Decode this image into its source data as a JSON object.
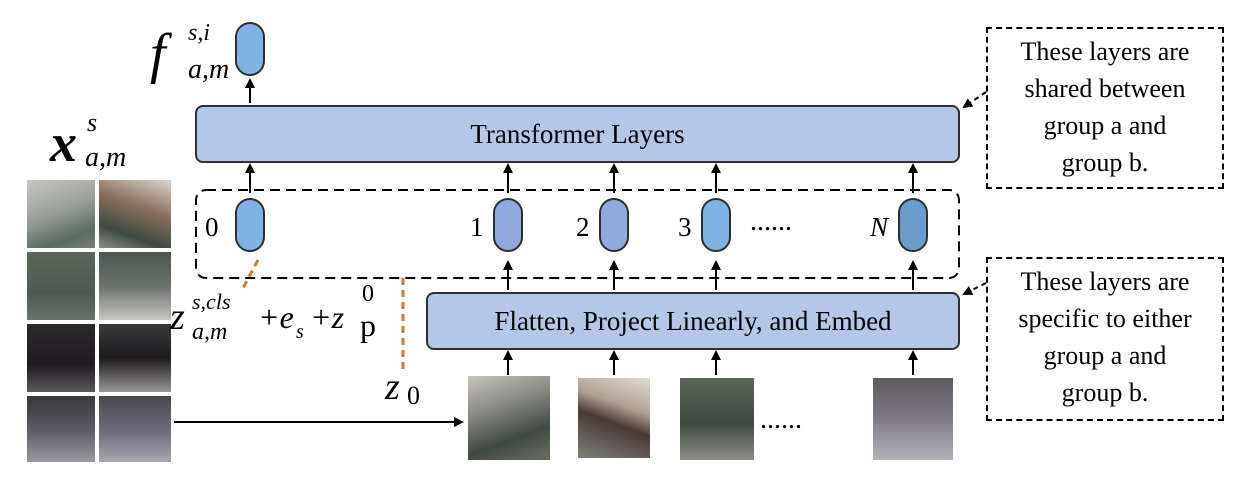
{
  "transformer_label": "Transformer Layers",
  "embed_label": "Flatten, Project Linearly, and Embed",
  "token_labels": [
    "0",
    "1",
    "2",
    "3",
    "N"
  ],
  "ellipsis": "......",
  "output_symbol": {
    "base": "f",
    "sup": "s,i",
    "sub": "a,m"
  },
  "input_symbol": {
    "base": "x",
    "sup": "s",
    "sub": "a,m"
  },
  "cls_formula": {
    "z": "z",
    "sup": "s,cls",
    "sub": "a,m",
    "plus_e": "+e",
    "e_sub": "s",
    "plus_z": "+z",
    "z_sup": "0",
    "z_sub": "p"
  },
  "z0": {
    "base": "z",
    "sub": "0"
  },
  "note_shared": [
    "These layers are",
    "shared between",
    "group a and",
    "group b."
  ],
  "note_specific": [
    "These layers are",
    "specific to either",
    "group a and",
    "group b."
  ],
  "colors": {
    "layer_fill": "#b4c7e7",
    "token_light": "#7eb3e3",
    "token_mid": "#8faadc",
    "token_dark": "#6c9bcd",
    "dashed_orange": "#d8772a"
  }
}
